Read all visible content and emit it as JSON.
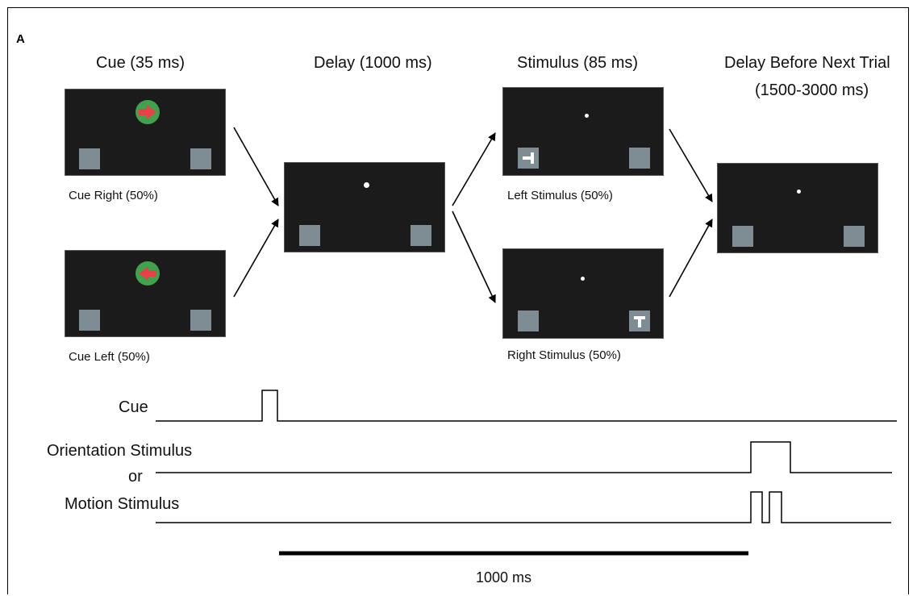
{
  "panel_label": "A",
  "headers": {
    "cue": "Cue (35 ms)",
    "delay": "Delay (1000 ms)",
    "stimulus": "Stimulus (85 ms)",
    "next_trial_line1": "Delay Before Next Trial",
    "next_trial_line2": "(1500-3000 ms)"
  },
  "screen_labels": {
    "cue_right": "Cue Right (50%)",
    "cue_left": "Cue Left (50%)",
    "left_stimulus": "Left Stimulus (50%)",
    "right_stimulus": "Right Stimulus (50%)"
  },
  "timeline": {
    "cue_label": "Cue",
    "orientation_label": "Orientation Stimulus",
    "or_label": "or",
    "motion_label": "Motion Stimulus"
  },
  "scale_bar": {
    "label": "1000 ms"
  },
  "colors": {
    "screen_bg": "#1b1b1b",
    "placeholder_box": "#7d8d93",
    "cue_ring": "#3fa34d",
    "cue_arrow": "#e8414b"
  }
}
